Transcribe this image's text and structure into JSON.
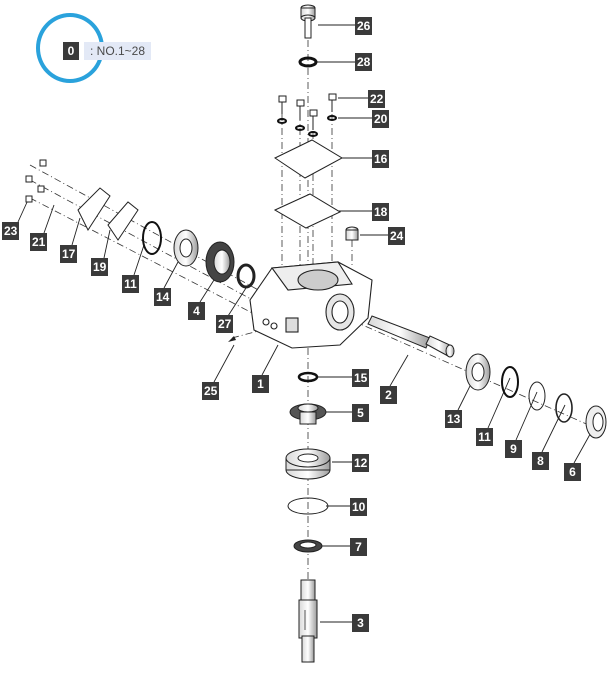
{
  "header": {
    "all_parts_button": "0",
    "all_parts_label": ": NO.1~28",
    "ring_color": "#2aa2dc"
  },
  "callouts": [
    {
      "id": "26",
      "label": "26"
    },
    {
      "id": "28",
      "label": "28"
    },
    {
      "id": "22",
      "label": "22"
    },
    {
      "id": "20",
      "label": "20"
    },
    {
      "id": "16",
      "label": "16"
    },
    {
      "id": "18",
      "label": "18"
    },
    {
      "id": "24",
      "label": "24"
    },
    {
      "id": "23",
      "label": "23"
    },
    {
      "id": "21",
      "label": "21"
    },
    {
      "id": "17",
      "label": "17"
    },
    {
      "id": "19",
      "label": "19"
    },
    {
      "id": "11a",
      "label": "11"
    },
    {
      "id": "14",
      "label": "14"
    },
    {
      "id": "4",
      "label": "4"
    },
    {
      "id": "27",
      "label": "27"
    },
    {
      "id": "25",
      "label": "25"
    },
    {
      "id": "1",
      "label": "1"
    },
    {
      "id": "15",
      "label": "15"
    },
    {
      "id": "2",
      "label": "2"
    },
    {
      "id": "13",
      "label": "13"
    },
    {
      "id": "11b",
      "label": "11"
    },
    {
      "id": "9",
      "label": "9"
    },
    {
      "id": "8",
      "label": "8"
    },
    {
      "id": "6",
      "label": "6"
    },
    {
      "id": "5",
      "label": "5"
    },
    {
      "id": "12",
      "label": "12"
    },
    {
      "id": "10",
      "label": "10"
    },
    {
      "id": "7",
      "label": "7"
    },
    {
      "id": "3",
      "label": "3"
    }
  ],
  "colors": {
    "callout_bg": "#3a3a3a",
    "label_bg": "#e3e9f6",
    "line": "#222222"
  }
}
